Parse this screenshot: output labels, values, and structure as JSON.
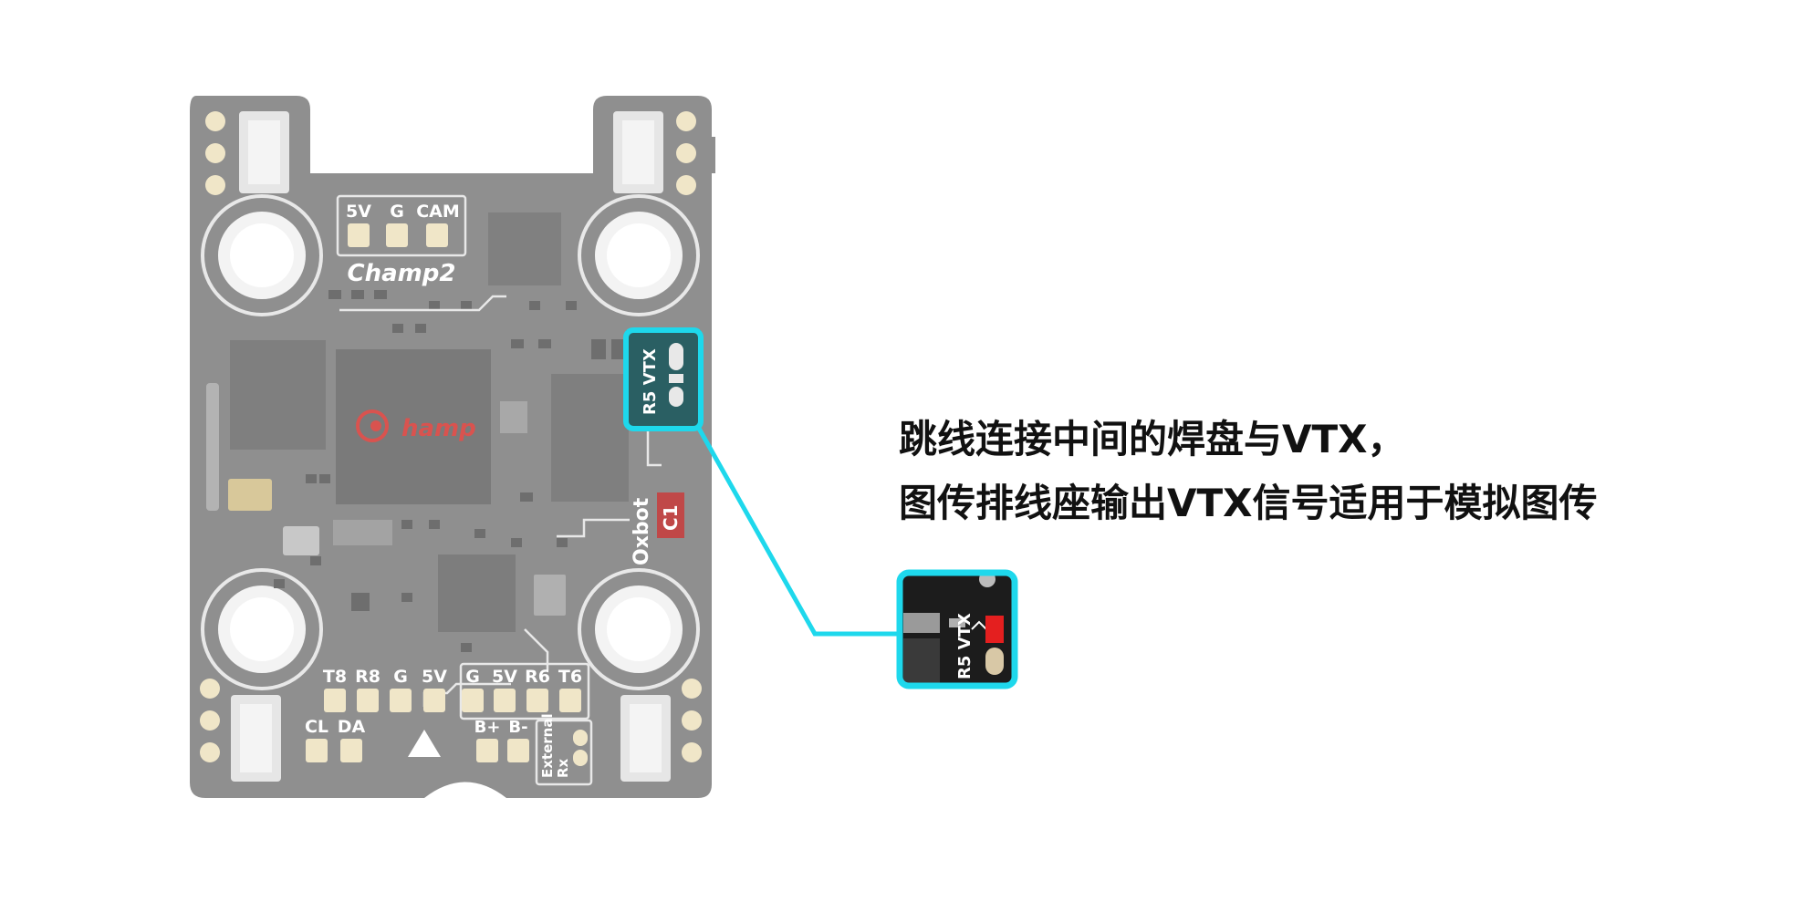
{
  "board": {
    "brand": "Champ2",
    "chip_logo": "hamp",
    "maker": "Oxbot",
    "pads_top_labels": [
      "5V",
      "G",
      "CAM"
    ],
    "pads_bottom_left_labels": [
      "T8",
      "R8",
      "G",
      "5V"
    ],
    "pads_bottom_right_labels": [
      "G",
      "5V",
      "R6",
      "T6"
    ],
    "pads_cl_da_labels": [
      "CL",
      "DA"
    ],
    "pads_batt_labels": [
      "B+",
      "B-"
    ],
    "external_rx_line1": "External",
    "external_rx_line2": "Rx",
    "component_c1": "C1",
    "jumper_label": "R5 VTX"
  },
  "annotation": {
    "line1": "跳线连接中间的焊盘与VTX，",
    "line2": "图传排线座输出VTX信号适用于模拟图传"
  },
  "colors": {
    "board": "#8f8f8f",
    "highlight": "#1ed8ec",
    "jumper_pad": "#e41f1f"
  }
}
